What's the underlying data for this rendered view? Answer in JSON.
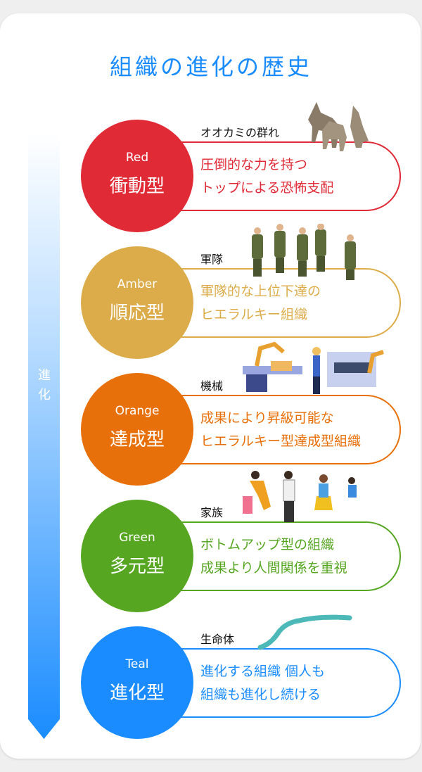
{
  "title": "組織の進化の歴史",
  "arrow_label": [
    "進",
    "化"
  ],
  "stages": [
    {
      "en": "Red",
      "jp": "衝動型",
      "caption": "オオカミの群れ",
      "lines": [
        "圧倒的な力を持つ",
        "トップによる恐怖支配"
      ],
      "color": "#e02a36",
      "illustration": "wolves"
    },
    {
      "en": "Amber",
      "jp": "順応型",
      "caption": "軍隊",
      "lines": [
        "軍隊的な上位下達の",
        "ヒエラルキー組織"
      ],
      "color": "#dcac4a",
      "illustration": "soldiers"
    },
    {
      "en": "Orange",
      "jp": "達成型",
      "caption": "機械",
      "lines": [
        "成果により昇級可能な",
        "ヒエラルキー型達成型組織"
      ],
      "color": "#e8700a",
      "illustration": "robots"
    },
    {
      "en": "Green",
      "jp": "多元型",
      "caption": "家族",
      "lines": [
        "ボトムアップ型の組織",
        "成果より人間関係を重視"
      ],
      "color": "#56a622",
      "illustration": "family"
    },
    {
      "en": "Teal",
      "jp": "進化型",
      "caption": "生命体",
      "lines": [
        "進化する組織 個人も",
        "組織も進化し続ける"
      ],
      "color": "#1a8cff",
      "illustration": "organism"
    }
  ]
}
